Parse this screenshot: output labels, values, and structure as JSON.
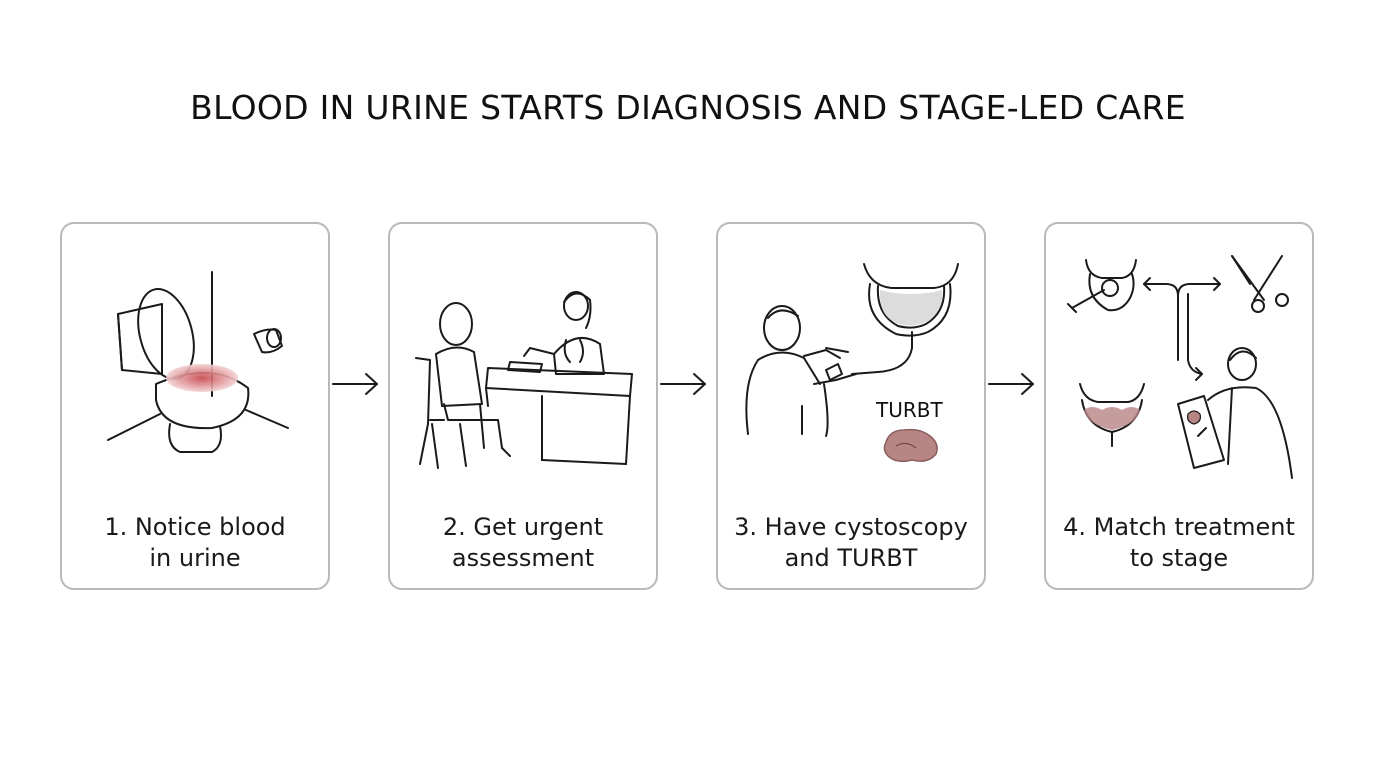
{
  "title": "BLOOD IN URINE STARTS DIAGNOSIS AND STAGE-LED CARE",
  "colors": {
    "stroke": "#1a1a1a",
    "panel_border": "#b9b9b9",
    "blood": "#c8454b",
    "tissue": "#b88585",
    "bladder_fill": "#d8d8d8"
  },
  "steps": [
    {
      "caption": "1. Notice blood\nin urine",
      "icon": "toilet-with-blood-icon"
    },
    {
      "caption": "2. Get urgent\nassessment",
      "icon": "doctor-consultation-icon"
    },
    {
      "caption": "3. Have cystoscopy\nand TURBT",
      "icon": "cystoscopy-icon",
      "label": "TURBT"
    },
    {
      "caption": "4. Match treatment\nto stage",
      "icon": "treatment-options-icon"
    }
  ]
}
